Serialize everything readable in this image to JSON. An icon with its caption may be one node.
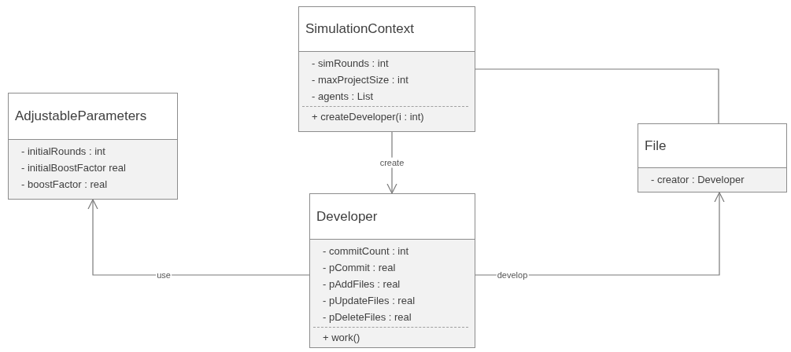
{
  "diagram": {
    "nodes": [
      {
        "text": [
          "SimulationContext",
          "- simRounds : int",
          "- maxProjectSize : int",
          "- agents : List",
          "+ createDeveloper(i : int)"
        ]
      },
      {
        "text": [
          "AdjustableParameters",
          "- initialRounds : int",
          "- initialBoostFactor real",
          "- boostFactor : real"
        ]
      },
      {
        "text": [
          "File",
          "- creator : Developer"
        ]
      },
      {
        "text": [
          "Developer",
          "- commitCount : int",
          "- pCommit : real",
          "- pAddFiles : real",
          "- pUpdateFiles : real",
          "- pDeleteFiles : real",
          "+ work()"
        ]
      }
    ],
    "edges": [
      {
        "from": 0,
        "to": 3,
        "arrow": "to",
        "label": "create"
      },
      {
        "from": 3,
        "to": 1,
        "arrow": "to",
        "label": "use"
      },
      {
        "from": 3,
        "to": 2,
        "arrow": "to",
        "label": "develop"
      },
      {
        "from": 0,
        "to": 2,
        "arrow": "none"
      }
    ]
  }
}
